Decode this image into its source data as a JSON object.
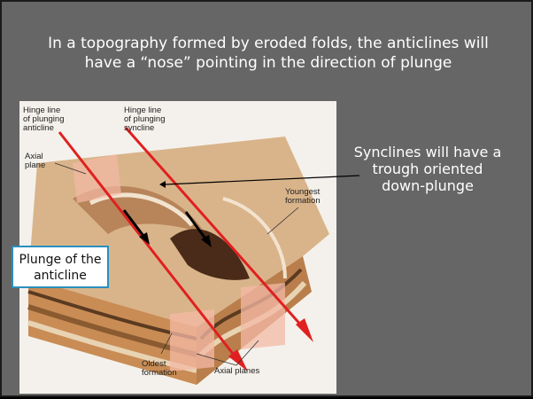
{
  "slide": {
    "title_line1": "In a topography formed by eroded folds, the anticlines will",
    "title_line2": "have a “nose” pointing in the direction of plunge",
    "syncline_note": "Synclines will have a trough oriented down-plunge",
    "plunge_box": "Plunge of the anticline"
  },
  "figure": {
    "labels": {
      "hinge_anticline": "Hinge line\nof plunging\nanticline",
      "hinge_syncline": "Hinge line\nof plunging\nsyncline",
      "axial_plane": "Axial\nplane",
      "youngest": "Youngest\nformation",
      "oldest": "Oldest\nformation",
      "axial_planes": "Axial planes"
    }
  },
  "colors": {
    "background": "#666666",
    "hinge_line": "#e02020",
    "plunge_box_border": "#2a8fbf",
    "text": "#ffffff"
  }
}
